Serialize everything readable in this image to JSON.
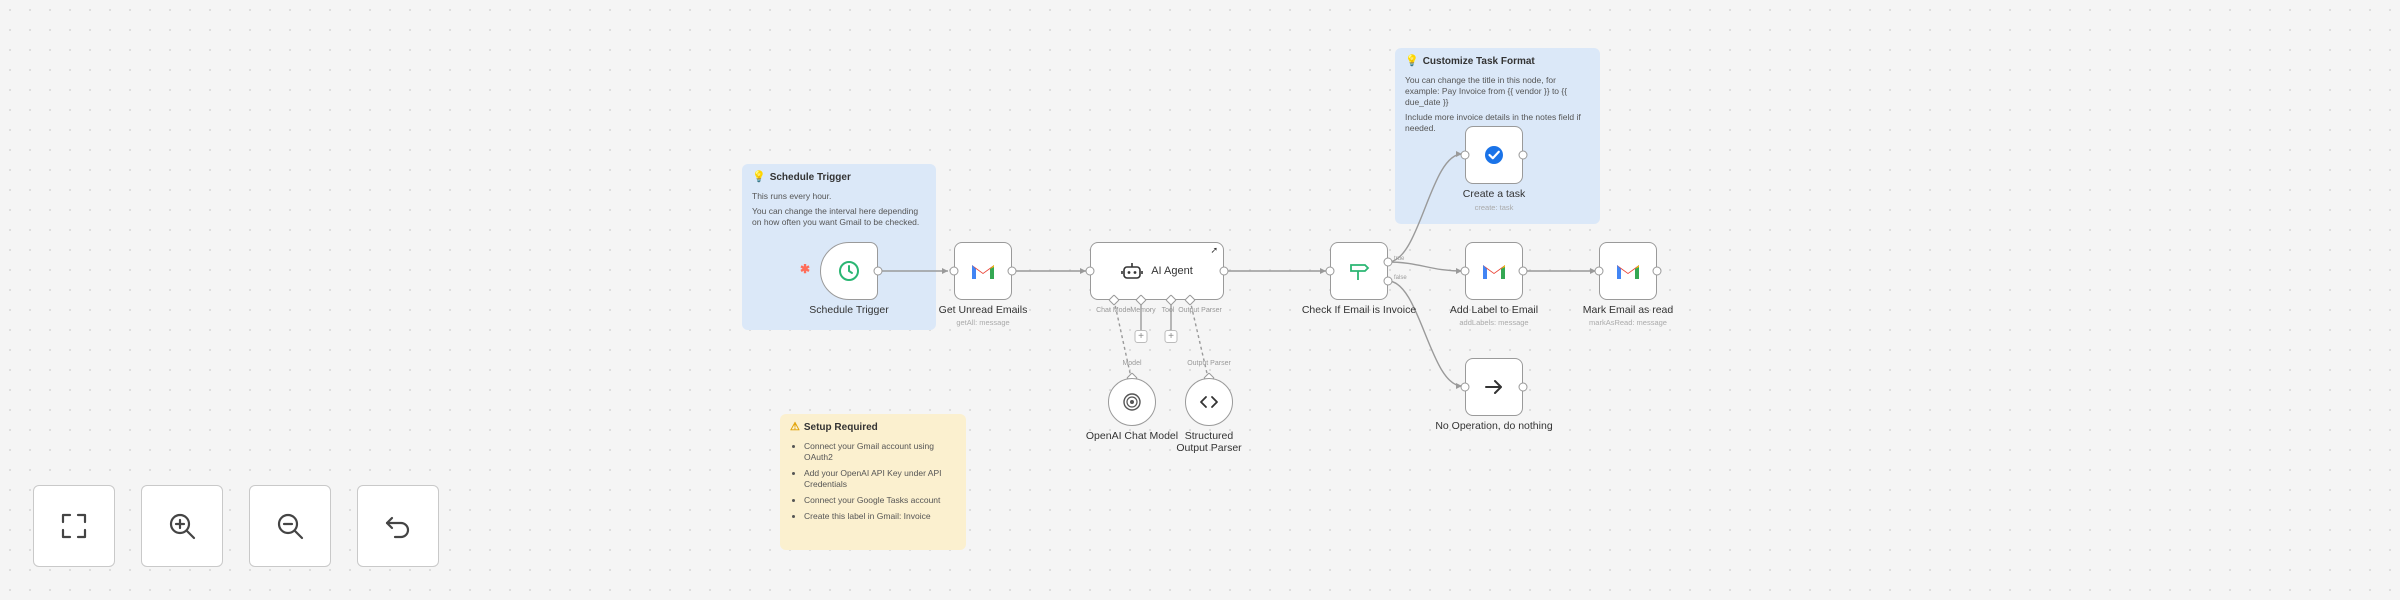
{
  "sticky_notes": {
    "schedule": {
      "title": "Schedule Trigger",
      "line1": "This runs every hour.",
      "line2": "You can change the interval here depending on how often you want Gmail to be checked."
    },
    "customize": {
      "title": "Customize Task Format",
      "line1": "You can change the title in this node, for example: Pay Invoice from {{ vendor }} to {{ due_date }}",
      "line2": "Include more invoice details in the notes field if needed."
    },
    "setup": {
      "title": "Setup Required",
      "items": [
        "Connect your Gmail account using OAuth2",
        "Add your OpenAI API Key under API Credentials",
        "Connect your Google Tasks account",
        "Create this label in Gmail: Invoice"
      ]
    }
  },
  "nodes": {
    "schedule_trigger": {
      "label": "Schedule Trigger",
      "icon": "clock-icon"
    },
    "get_unread": {
      "label": "Get Unread Emails",
      "sub": "getAll: message",
      "icon": "gmail-icon"
    },
    "ai_agent": {
      "label": "AI Agent",
      "icon": "robot-icon",
      "port_chat_model": "Chat Model",
      "port_memory": "Memory",
      "port_tool": "Tool",
      "port_output_parser": "Output Parser"
    },
    "openai_model": {
      "label": "OpenAI Chat Model",
      "port": "Model",
      "icon": "openai-icon"
    },
    "structured_parser": {
      "label": "Structured Output Parser",
      "port": "Output Parser",
      "icon": "code-brackets-icon"
    },
    "check_invoice": {
      "label": "Check If Email is Invoice",
      "out_true": "true",
      "out_false": "false",
      "icon": "signpost-icon"
    },
    "create_task": {
      "label": "Create a task",
      "sub": "create: task",
      "icon": "google-tasks-icon"
    },
    "add_label": {
      "label": "Add Label to Email",
      "sub": "addLabels: message",
      "icon": "gmail-icon"
    },
    "mark_read": {
      "label": "Mark Email as read",
      "sub": "markAsRead: message",
      "icon": "gmail-icon"
    },
    "no_op": {
      "label": "No Operation, do nothing",
      "icon": "arrow-right-icon"
    }
  },
  "controls": {
    "fit_view": "fit-view-icon",
    "zoom_in": "zoom-in-icon",
    "zoom_out": "zoom-out-icon",
    "reset_zoom": "undo-icon"
  },
  "colors": {
    "sticky_blue": "#dbe8f8",
    "sticky_yellow": "#fbf0cf",
    "trigger_accent": "#ff6d5a",
    "node_border": "#9a9a9a",
    "canvas_bg": "#f5f5f5"
  }
}
